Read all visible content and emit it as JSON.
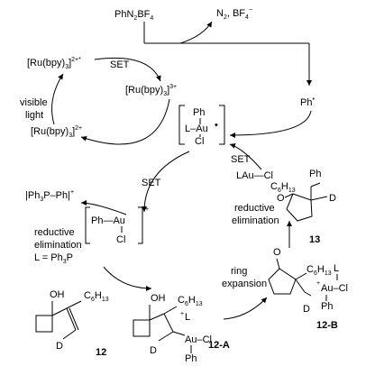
{
  "reagents": {
    "diazonium": "PhN2BF4",
    "byproduct": "N2, BF4"
  },
  "photocatalyst": {
    "excited": "[Ru(bpy)3]2+*",
    "oxidized": "[Ru(bpy)3]3+",
    "ground": "[Ru(bpy)3]2+",
    "light": [
      "visible",
      "light"
    ],
    "set_label": "SET"
  },
  "gold": {
    "au3_radical": "L–Au•(Ph)(Cl)",
    "phenyl_radical": "Ph•",
    "au3_cation": "[Ph–Au(Cl)]+",
    "phosphonium": "[Ph3P–Ph]+",
    "reductive_elimination_1": [
      "reductive",
      "elimination"
    ],
    "ligand_def": "L = Ph3P",
    "set_label": "SET"
  },
  "compounds": {
    "c12": "12",
    "c12A": "12-A",
    "c12B": "12-B",
    "c13": "13",
    "ring_expansion": [
      "ring",
      "expansion"
    ],
    "reductive_elimination_2": [
      "reductive",
      "elimination"
    ],
    "lau_cl": "LAu—Cl",
    "c6h13": "C6H13",
    "D": "D",
    "OH": "OH",
    "O": "O",
    "Ph": "Ph",
    "L": "L",
    "Au": "Au",
    "Cl": "Cl"
  }
}
